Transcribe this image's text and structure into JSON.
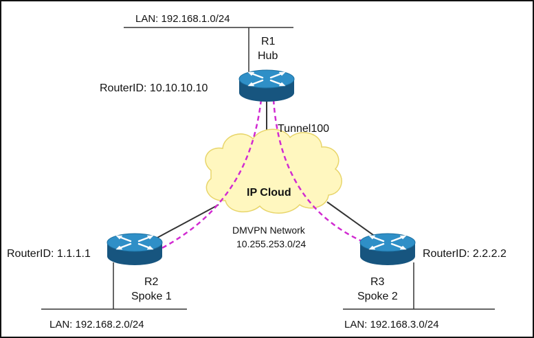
{
  "colors": {
    "router_top": "#2f8fc7",
    "router_side": "#17557f",
    "router_rim": "#1a6e9f",
    "arrow": "#ffffff",
    "cloud_fill": "#fff7bf",
    "cloud_stroke": "#e8d56a",
    "tunnel": "#d12ad1",
    "link": "#333333"
  },
  "hub": {
    "lan": "LAN: 192.168.1.0/24",
    "name": "R1",
    "role": "Hub",
    "router_id": "RouterID: 10.10.10.10",
    "tunnel_label": "Tunnel100"
  },
  "cloud": {
    "label": "IP Cloud",
    "network_name": "DMVPN Network",
    "network_subnet": "10.255.253.0/24"
  },
  "spoke1": {
    "router_id": "RouterID: 1.1.1.1",
    "name": "R2",
    "role": "Spoke 1",
    "lan": "LAN: 192.168.2.0/24"
  },
  "spoke2": {
    "router_id": "RouterID: 2.2.2.2",
    "name": "R3",
    "role": "Spoke 2",
    "lan": "LAN: 192.168.3.0/24"
  },
  "icons": {
    "router": "router-icon",
    "cloud": "cloud-icon"
  }
}
